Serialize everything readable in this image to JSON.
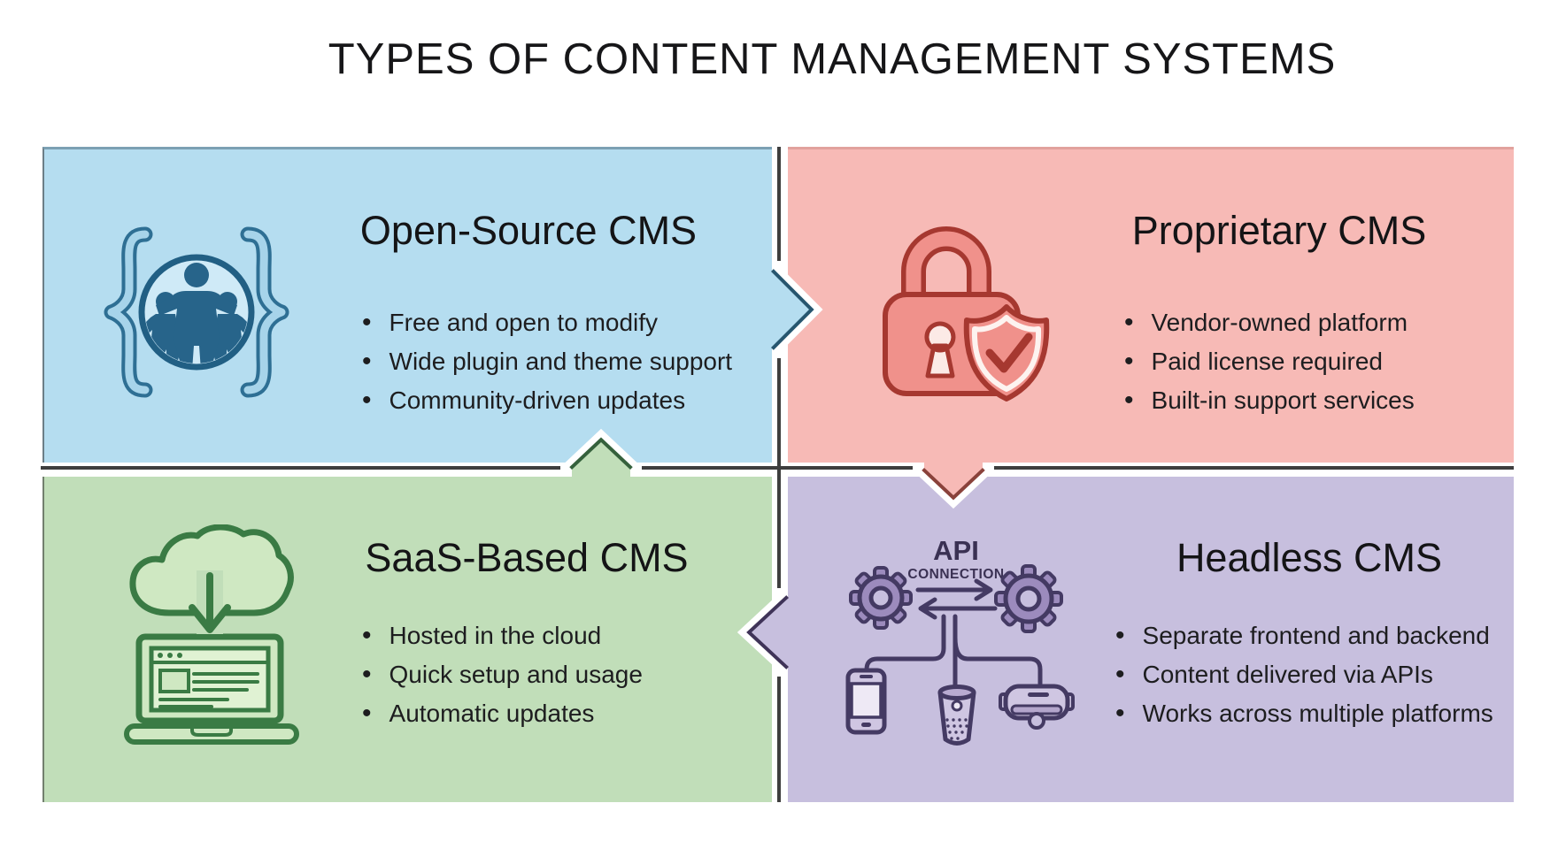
{
  "page_title": "TYPES OF CONTENT MANAGEMENT SYSTEMS",
  "divider_color": "#3e3e3e",
  "quadrants": [
    {
      "id": "open-source",
      "title": "Open-Source CMS",
      "bullets": [
        "Free and open to modify",
        "Wide plugin and theme support",
        "Community-driven updates"
      ],
      "bg_color": "#b5ddf0",
      "accent_color": "#2b6386",
      "outline_dark": "#27566f",
      "icon": "braces-community-icon",
      "icon_fill_light": "#a7d4ea",
      "icon_fill_circle": "#cfeaf7",
      "icon_people_color": "#27648a"
    },
    {
      "id": "proprietary",
      "title": "Proprietary CMS",
      "bullets": [
        "Vendor-owned platform",
        "Paid license required",
        "Built-in support services"
      ],
      "bg_color": "#f7bab6",
      "accent_color": "#a63830",
      "outline_dark": "#8a423b",
      "icon": "padlock-shield-icon",
      "icon_fill_light": "#f0918b",
      "icon_fill_keyhole": "#fceae6"
    },
    {
      "id": "saas",
      "title": "SaaS-Based CMS",
      "bullets": [
        "Hosted in the cloud",
        "Quick setup and usage",
        "Automatic updates"
      ],
      "bg_color": "#c1deb9",
      "accent_color": "#3a7b44",
      "outline_dark": "#35613c",
      "icon": "cloud-download-laptop-icon",
      "icon_fill_light": "#cfe8c2",
      "icon_fill_window": "#e0f2d3"
    },
    {
      "id": "headless",
      "title": "Headless CMS",
      "bullets": [
        "Separate frontend and backend",
        "Content delivered via APIs",
        "Works across multiple platforms"
      ],
      "bg_color": "#c7bfde",
      "accent_color": "#443a63",
      "outline_dark": "#3f3358",
      "icon": "api-gears-devices-icon",
      "icon_label_line1": "API",
      "icon_label_line2": "CONNECTION",
      "icon_fill_gear": "#9c8bbd",
      "icon_fill_device": "#cfc6e2",
      "icon_fill_screen": "#eee9f5"
    }
  ]
}
